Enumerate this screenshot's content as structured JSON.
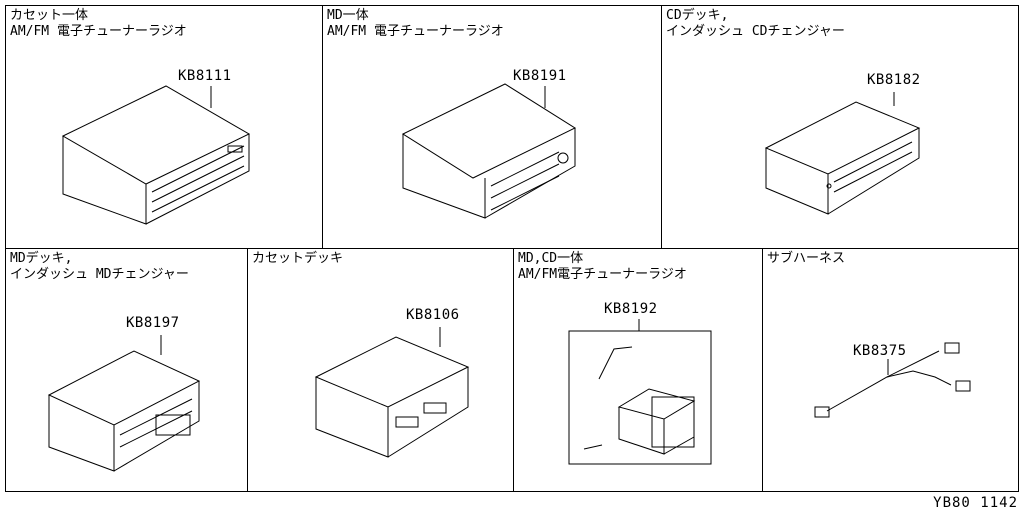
{
  "panels": [
    {
      "title_line1": "カセット一体",
      "title_line2": "AM/FM 電子チューナーラジオ",
      "part_number": "KB8111"
    },
    {
      "title_line1": "MD一体",
      "title_line2": "AM/FM 電子チューナーラジオ",
      "part_number": "KB8191"
    },
    {
      "title_line1": "CDデッキ,",
      "title_line2": "インダッシュ CDチェンジャー",
      "part_number": "KB8182"
    },
    {
      "title_line1": "MDデッキ,",
      "title_line2": "インダッシュ MDチェンジャー",
      "part_number": "KB8197"
    },
    {
      "title_line1": "カセットデッキ",
      "title_line2": "",
      "part_number": "KB8106"
    },
    {
      "title_line1": "MD,CD一体",
      "title_line2": "AM/FM電子チューナーラジオ",
      "part_number": "KB8192"
    },
    {
      "title_line1": "サブハーネス",
      "title_line2": "",
      "part_number": "KB8375"
    }
  ],
  "footer_code": "YB80 1142"
}
